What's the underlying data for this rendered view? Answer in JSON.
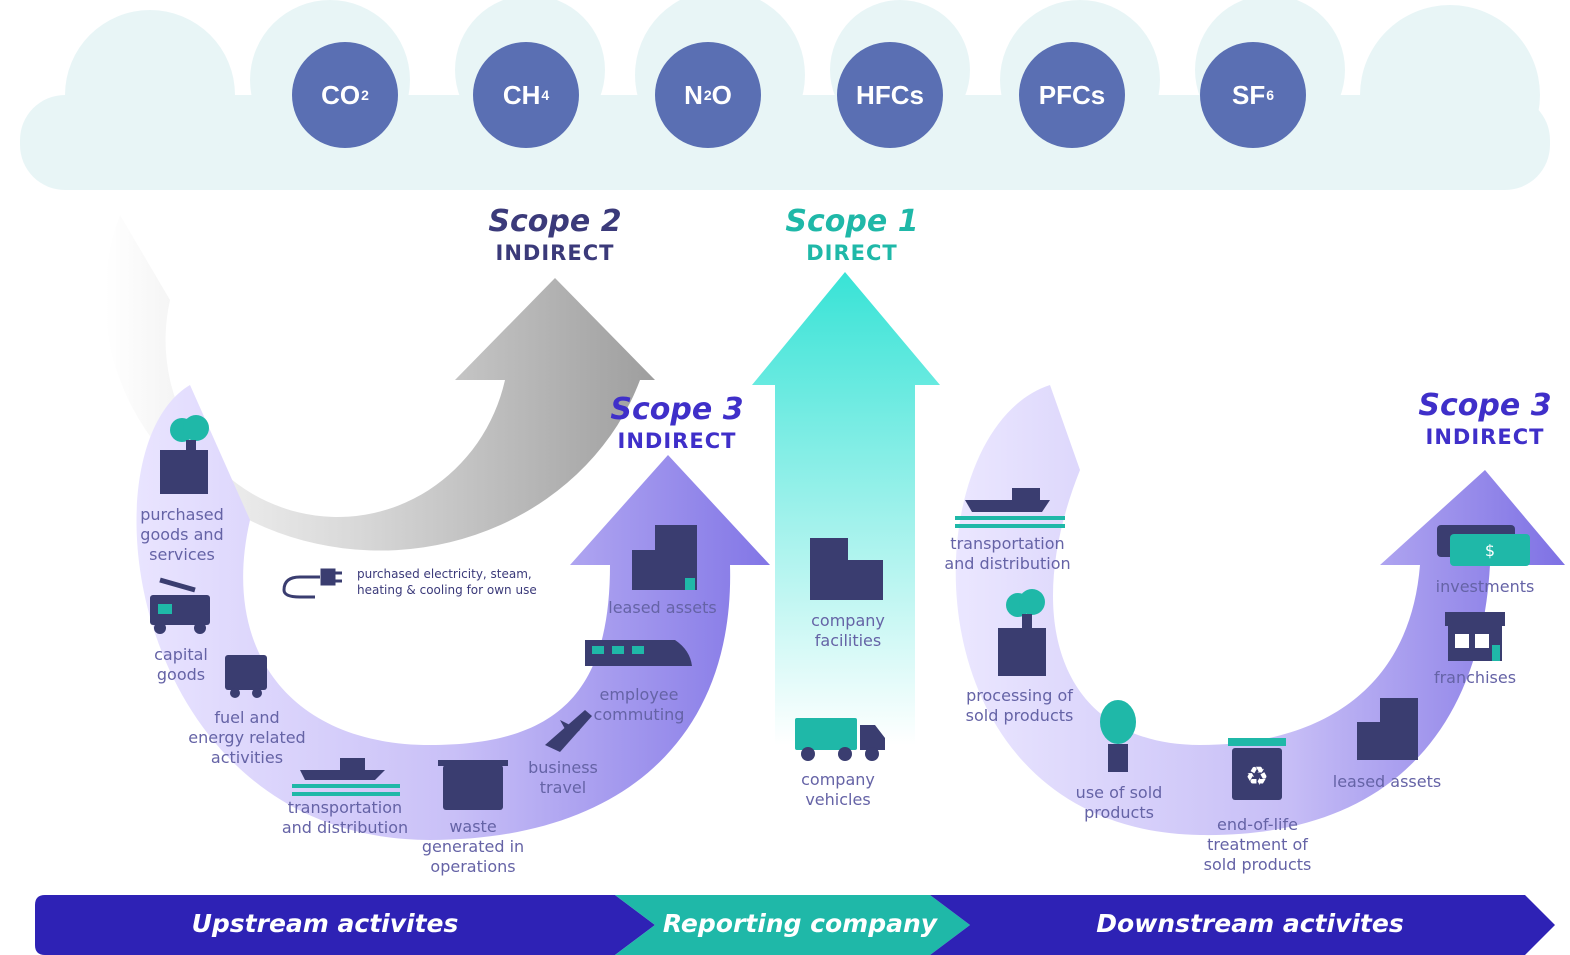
{
  "gases": [
    {
      "base": "CO",
      "sub": "2"
    },
    {
      "base": "CH",
      "sub": "4"
    },
    {
      "base": "N",
      "sub": "2",
      "tail": "O"
    },
    {
      "base": "HFCs",
      "sub": ""
    },
    {
      "base": "PFCs",
      "sub": ""
    },
    {
      "base": "SF",
      "sub": "6"
    }
  ],
  "scopes": {
    "scope2": {
      "title": "Scope 2",
      "subtitle": "INDIRECT"
    },
    "scope1": {
      "title": "Scope 1",
      "subtitle": "DIRECT"
    },
    "scope3_up": {
      "title": "Scope 3",
      "subtitle": "INDIRECT"
    },
    "scope3_down": {
      "title": "Scope 3",
      "subtitle": "INDIRECT"
    }
  },
  "upstream": {
    "purchased_goods": "purchased\ngoods and\nservices",
    "capital_goods": "capital\ngoods",
    "fuel_energy": "fuel and\nenergy related\nactivities",
    "transportation": "transportation\nand distribution",
    "waste": "waste\ngenerated in\noperations",
    "business_travel": "business\ntravel",
    "employee_commuting": "employee\ncommuting",
    "leased_assets": "leased assets",
    "purchased_electricity": "purchased electricity, steam,\nheating & cooling for own use"
  },
  "company": {
    "facilities": "company\nfacilities",
    "vehicles": "company\nvehicles"
  },
  "downstream": {
    "transportation": "transportation\nand distribution",
    "processing": "processing of\nsold products",
    "use": "use of sold\nproducts",
    "end_of_life": "end-of-life\ntreatment of\nsold products",
    "leased_assets": "leased assets",
    "franchises": "franchises",
    "investments": "investments"
  },
  "band": {
    "upstream": "Upstream activites",
    "reporting": "Reporting company",
    "downstream": "Downstream activites"
  },
  "colors": {
    "gas": "#5a6fb3",
    "scope2": "#3b3a7a",
    "scope1": "#1fb8a8",
    "scope3": "#3f2fc9",
    "band_dark": "#2e22b5",
    "band_teal": "#1fb8a8",
    "label": "#6563a6",
    "icon": "#3a3d70",
    "icon_accent": "#1fb8a8"
  }
}
